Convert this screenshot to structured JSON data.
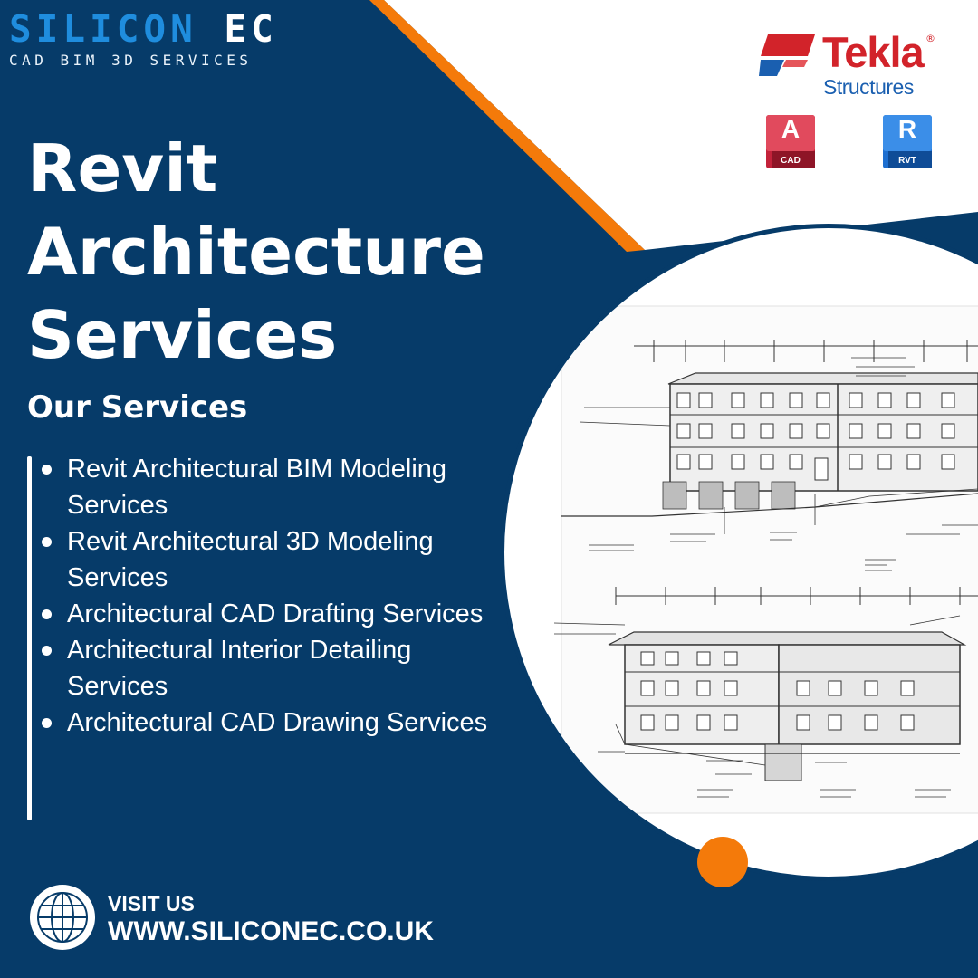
{
  "brand": {
    "name_part1": "SILICON",
    "name_part2": "EC",
    "tagline": "CAD BIM 3D SERVICES"
  },
  "headline": {
    "lines": [
      "Revit",
      "Architecture",
      "Services"
    ]
  },
  "services": {
    "heading": "Our Services",
    "items": [
      "Revit Architectural BIM Modeling Services",
      "Revit Architectural 3D Modeling Services",
      "Architectural CAD Drafting Services",
      "Architectural Interior Detailing Services",
      "Architectural CAD Drawing Services"
    ]
  },
  "partners": {
    "tekla": {
      "name": "Tekla",
      "sub": "Structures",
      "registered": "®"
    },
    "autocad": {
      "letter": "A",
      "label": "CAD"
    },
    "revit": {
      "letter": "R",
      "label": "RVT"
    }
  },
  "contact": {
    "label": "VISIT US",
    "url": "WWW.SILICONEC.CO.UK"
  },
  "colors": {
    "background": "#063b69",
    "accent_orange": "#f47a0a",
    "white_panel": "#ffffff",
    "brand_blue": "#1f8dde",
    "tekla_red": "#d2232a",
    "tekla_blue": "#1a5fb0",
    "autocad_red": "#c3223a",
    "revit_blue": "#1e6fd0"
  },
  "icons": {
    "globe": "globe-icon",
    "drawing": "architectural-elevation-drawing"
  }
}
